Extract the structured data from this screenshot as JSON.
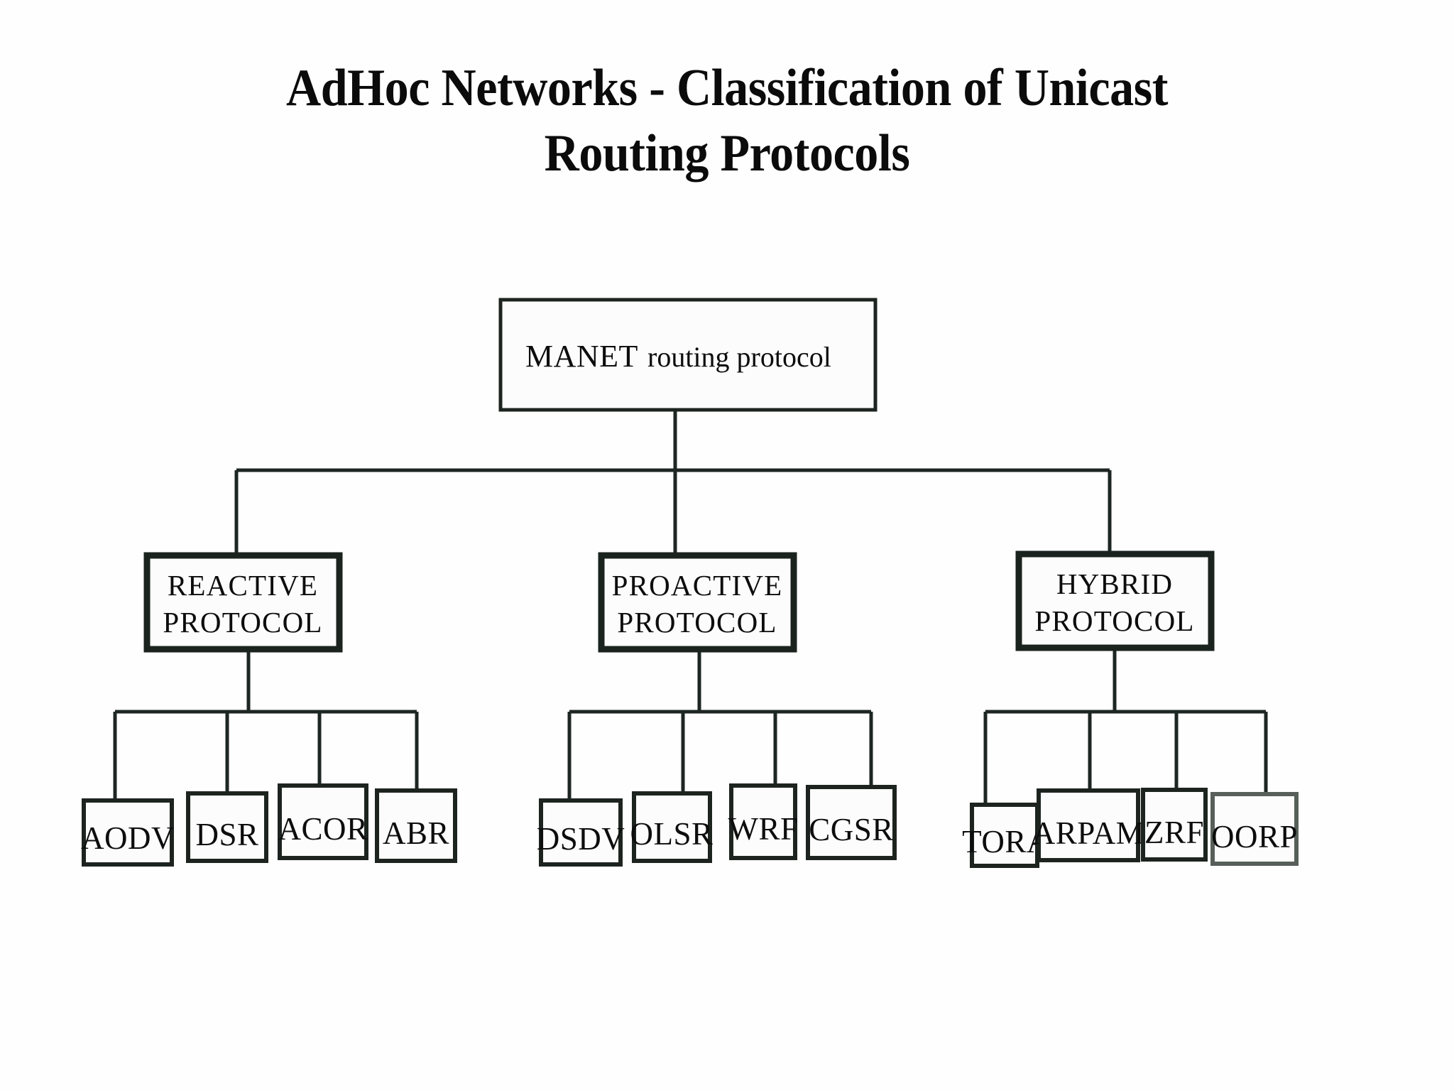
{
  "slide": {
    "title_line_1": "AdHoc Networks - Classification of Unicast",
    "title_line_2": "Routing Protocols",
    "background_color": "#ffffff",
    "text_color": "#0d0d0d",
    "line_color": "#1d2622"
  },
  "diagram": {
    "type": "tree",
    "root": {
      "label_caps": "MANET",
      "label_rest": "routing protocol",
      "full_label": "MANET routing protocol"
    },
    "branches": [
      {
        "id": "reactive",
        "line1": "REACTIVE",
        "line2": "PROTOCOL",
        "children": [
          {
            "label": "AODV"
          },
          {
            "label": "DSR"
          },
          {
            "label": "ACOR"
          },
          {
            "label": "ABR"
          }
        ]
      },
      {
        "id": "proactive",
        "line1": "PROACTIVE",
        "line2": "PROTOCOL",
        "children": [
          {
            "label": "DSDV"
          },
          {
            "label": "OLSR"
          },
          {
            "label": "WRF"
          },
          {
            "label": "CGSR"
          }
        ]
      },
      {
        "id": "hybrid",
        "line1": "HYBRID",
        "line2": "PROTOCOL",
        "children": [
          {
            "label": "TORA"
          },
          {
            "label": "ARPAM"
          },
          {
            "label": "ZRF"
          },
          {
            "label": "OORP"
          }
        ]
      }
    ]
  }
}
